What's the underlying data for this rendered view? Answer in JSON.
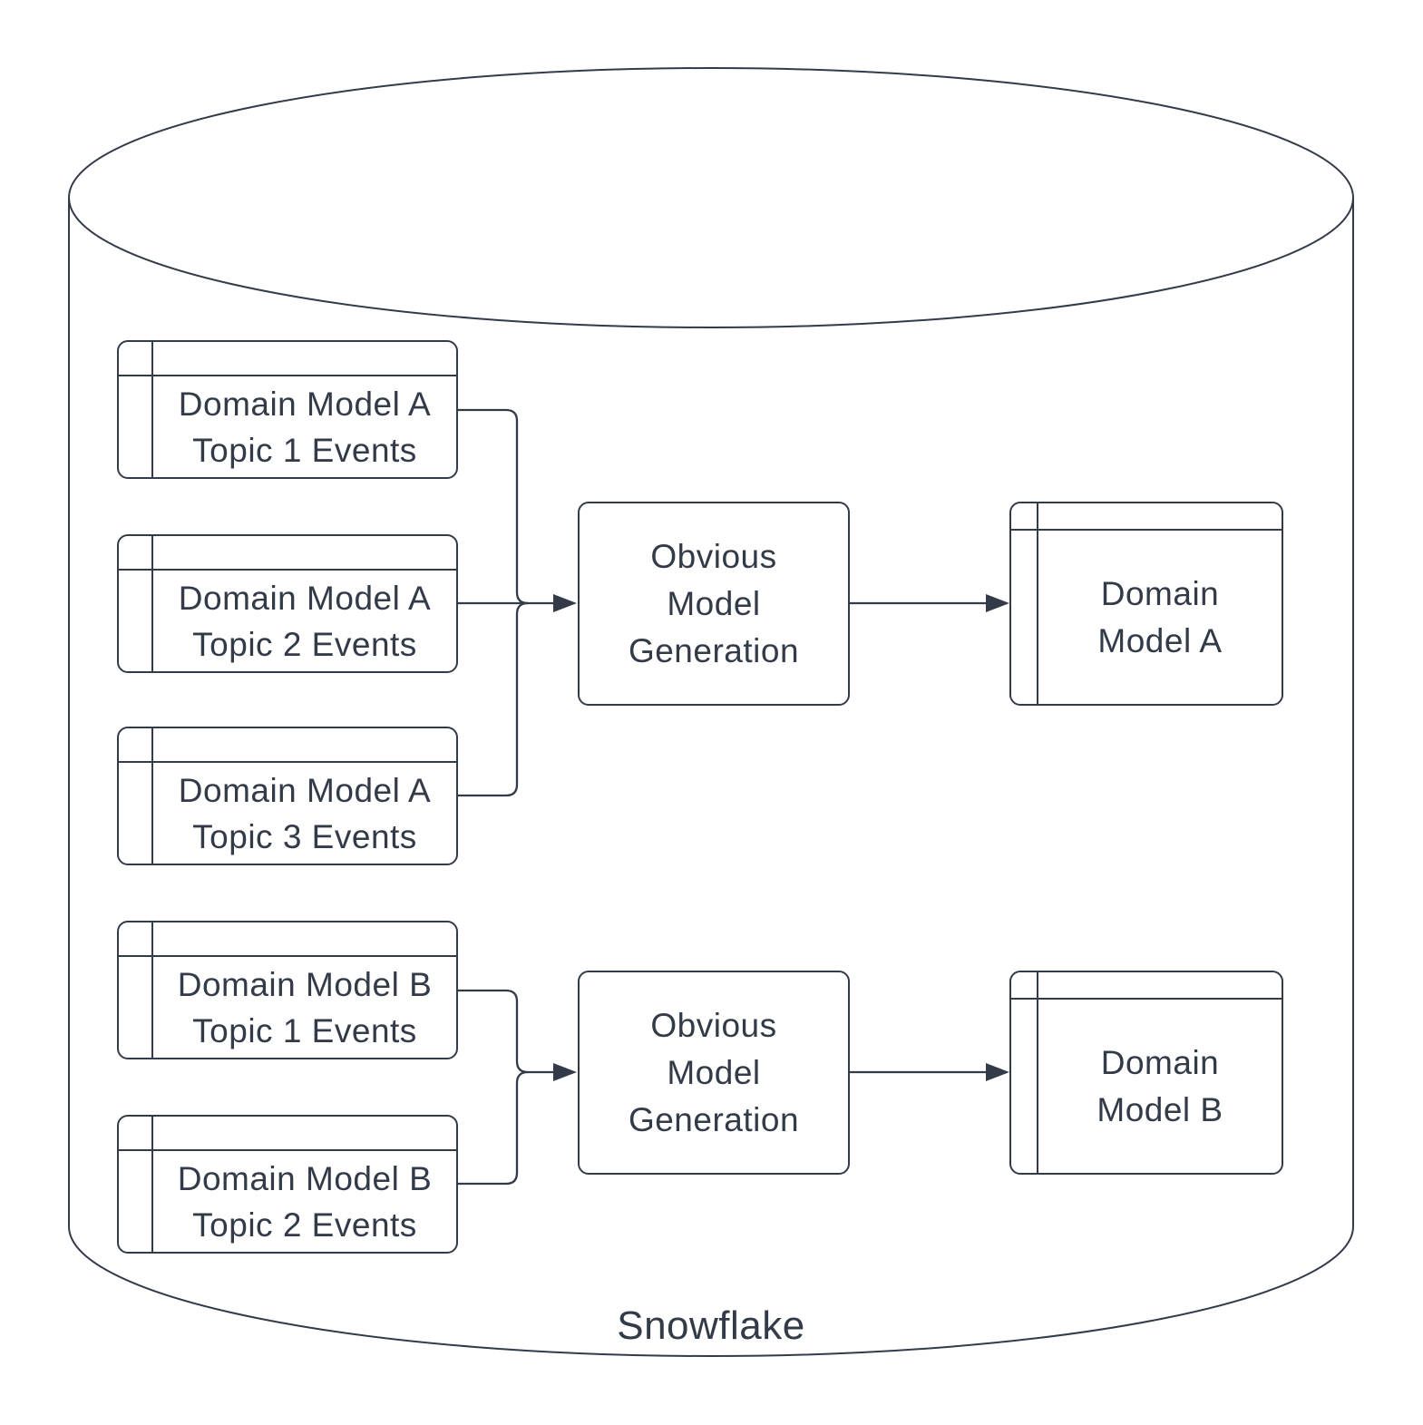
{
  "diagram": {
    "colors": {
      "stroke": "#333b49",
      "background": "#ffffff"
    },
    "container": {
      "label": "Snowflake"
    },
    "source_tables": [
      {
        "line1": "Domain Model A",
        "line2": "Topic 1 Events"
      },
      {
        "line1": "Domain Model A",
        "line2": "Topic 2 Events"
      },
      {
        "line1": "Domain Model A",
        "line2": "Topic 3 Events"
      },
      {
        "line1": "Domain Model B",
        "line2": "Topic 1 Events"
      },
      {
        "line1": "Domain Model B",
        "line2": "Topic 2 Events"
      }
    ],
    "process_boxes": [
      {
        "line1": "Obvious",
        "line2": "Model",
        "line3": "Generation"
      },
      {
        "line1": "Obvious",
        "line2": "Model",
        "line3": "Generation"
      }
    ],
    "output_tables": [
      {
        "line1": "Domain",
        "line2": "Model A"
      },
      {
        "line1": "Domain",
        "line2": "Model B"
      }
    ]
  }
}
